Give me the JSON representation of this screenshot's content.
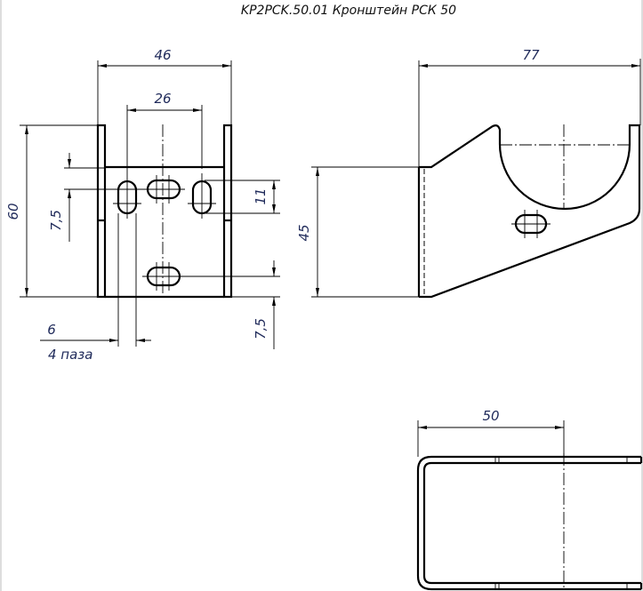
{
  "title": "KP2PCK.50.01 Кронштейн РСК 50",
  "dimensions": {
    "front_width": "46",
    "slot_spacing": "26",
    "height": "60",
    "slot_offset_top": "7,5",
    "slot_length": "11",
    "slot_offset_bottom": "7,5",
    "slot_width": "6",
    "slot_note": "4 паза",
    "side_length": "77",
    "side_height": "45",
    "top_width": "50"
  }
}
